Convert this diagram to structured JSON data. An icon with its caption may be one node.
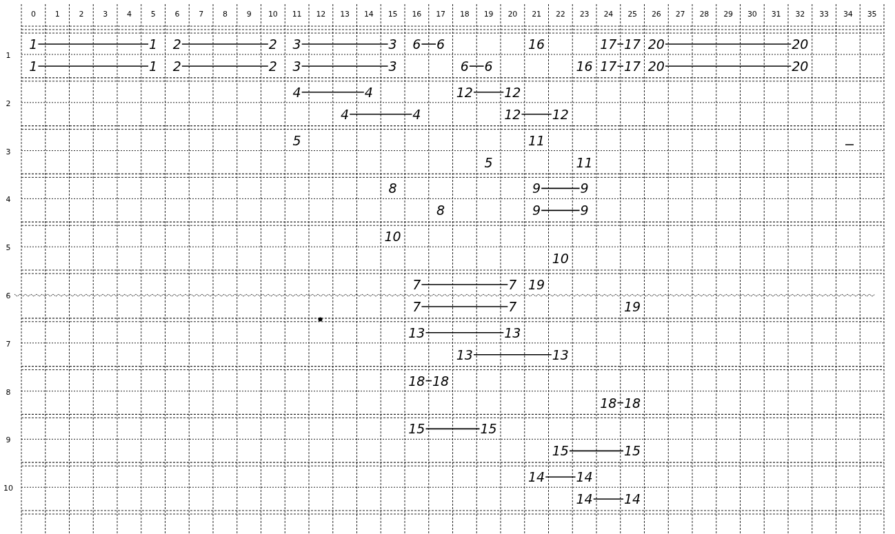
{
  "diagram": {
    "nodes": [
      {
        "text": [
          "1"
        ]
      },
      {
        "text": [
          "1"
        ]
      },
      {
        "text": [
          "2"
        ]
      },
      {
        "text": [
          "2"
        ]
      },
      {
        "text": [
          "3"
        ]
      },
      {
        "text": [
          "3"
        ]
      },
      {
        "text": [
          "6"
        ]
      },
      {
        "text": [
          "6"
        ]
      },
      {
        "text": [
          "17"
        ]
      },
      {
        "text": [
          "17"
        ]
      },
      {
        "text": [
          "20"
        ]
      },
      {
        "text": [
          "20"
        ]
      },
      {
        "text": [
          "1"
        ]
      },
      {
        "text": [
          "1"
        ]
      },
      {
        "text": [
          "2"
        ]
      },
      {
        "text": [
          "2"
        ]
      },
      {
        "text": [
          "3"
        ]
      },
      {
        "text": [
          "3"
        ]
      },
      {
        "text": [
          "6"
        ]
      },
      {
        "text": [
          "6"
        ]
      },
      {
        "text": [
          "17"
        ]
      },
      {
        "text": [
          "17"
        ]
      },
      {
        "text": [
          "20"
        ]
      },
      {
        "text": [
          "20"
        ]
      },
      {
        "text": [
          "4"
        ]
      },
      {
        "text": [
          "4"
        ]
      },
      {
        "text": [
          "12"
        ]
      },
      {
        "text": [
          "12"
        ]
      },
      {
        "text": [
          "4"
        ]
      },
      {
        "text": [
          "4"
        ]
      },
      {
        "text": [
          "12"
        ]
      },
      {
        "text": [
          "12"
        ]
      },
      {
        "text": [
          "9"
        ]
      },
      {
        "text": [
          "9"
        ]
      },
      {
        "text": [
          "9"
        ]
      },
      {
        "text": [
          "9"
        ]
      },
      {
        "text": [
          "7"
        ]
      },
      {
        "text": [
          "7"
        ]
      },
      {
        "text": [
          "7"
        ]
      },
      {
        "text": [
          "7"
        ]
      },
      {
        "text": [
          "13"
        ]
      },
      {
        "text": [
          "13"
        ]
      },
      {
        "text": [
          "13"
        ]
      },
      {
        "text": [
          "13"
        ]
      },
      {
        "text": [
          "18"
        ]
      },
      {
        "text": [
          "18"
        ]
      },
      {
        "text": [
          "18"
        ]
      },
      {
        "text": [
          "18"
        ]
      },
      {
        "text": [
          "15"
        ]
      },
      {
        "text": [
          "15"
        ]
      },
      {
        "text": [
          "15"
        ]
      },
      {
        "text": [
          "15"
        ]
      },
      {
        "text": [
          "14"
        ]
      },
      {
        "text": [
          "14"
        ]
      },
      {
        "text": [
          "14"
        ]
      },
      {
        "text": [
          "14"
        ]
      }
    ],
    "edges": [
      {
        "from": 0,
        "to": 1,
        "arrow": "none"
      },
      {
        "from": 2,
        "to": 3,
        "arrow": "none"
      },
      {
        "from": 4,
        "to": 5,
        "arrow": "none"
      },
      {
        "from": 6,
        "to": 7,
        "arrow": "none"
      },
      {
        "from": 8,
        "to": 9,
        "arrow": "none"
      },
      {
        "from": 10,
        "to": 11,
        "arrow": "none"
      },
      {
        "from": 12,
        "to": 13,
        "arrow": "none"
      },
      {
        "from": 14,
        "to": 15,
        "arrow": "none"
      },
      {
        "from": 16,
        "to": 17,
        "arrow": "none"
      },
      {
        "from": 18,
        "to": 19,
        "arrow": "none"
      },
      {
        "from": 20,
        "to": 21,
        "arrow": "none"
      },
      {
        "from": 22,
        "to": 23,
        "arrow": "none"
      },
      {
        "from": 24,
        "to": 25,
        "arrow": "none"
      },
      {
        "from": 26,
        "to": 27,
        "arrow": "none"
      },
      {
        "from": 28,
        "to": 29,
        "arrow": "none"
      },
      {
        "from": 30,
        "to": 31,
        "arrow": "none"
      },
      {
        "from": 32,
        "to": 33,
        "arrow": "none"
      },
      {
        "from": 34,
        "to": 35,
        "arrow": "none"
      },
      {
        "from": 36,
        "to": 37,
        "arrow": "none"
      },
      {
        "from": 38,
        "to": 39,
        "arrow": "none"
      },
      {
        "from": 40,
        "to": 41,
        "arrow": "none"
      },
      {
        "from": 42,
        "to": 43,
        "arrow": "none"
      },
      {
        "from": 44,
        "to": 45,
        "arrow": "none"
      },
      {
        "from": 46,
        "to": 47,
        "arrow": "none"
      },
      {
        "from": 48,
        "to": 49,
        "arrow": "none"
      },
      {
        "from": 50,
        "to": 51,
        "arrow": "none"
      },
      {
        "from": 52,
        "to": 53,
        "arrow": "none"
      },
      {
        "from": 54,
        "to": 55,
        "arrow": "none"
      }
    ],
    "labels": [
      "0",
      "1",
      "2",
      "3",
      "4",
      "5",
      "6",
      "7",
      "8",
      "9",
      "10",
      "11",
      "12",
      "13",
      "14",
      "15",
      "16",
      "17",
      "18",
      "19",
      "20",
      "21",
      "22",
      "23",
      "24",
      "25",
      "26",
      "27",
      "28",
      "29",
      "30",
      "31",
      "32",
      "33",
      "34",
      "35",
      "1",
      "16",
      "16",
      "2",
      "3",
      "5",
      "11",
      "5",
      "11",
      "4",
      "8",
      "8",
      "5",
      "10",
      "10",
      "6",
      "19",
      "19",
      "7",
      "8",
      "9",
      "10"
    ]
  }
}
